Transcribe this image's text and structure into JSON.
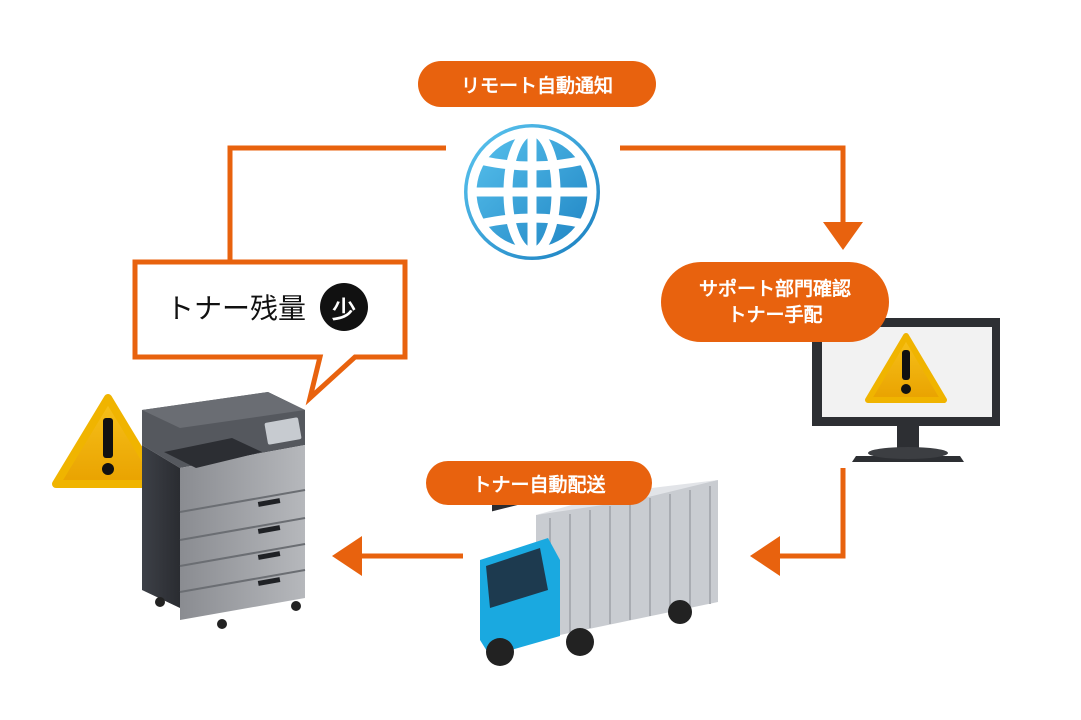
{
  "steps": {
    "remote_notification": "リモート自動通知",
    "support_line1": "サポート部門確認",
    "support_line2": "トナー手配",
    "toner_delivery": "トナー自動配送"
  },
  "bubble": {
    "text": "トナー残量",
    "badge": "少"
  },
  "icons": {
    "network": "globe-icon",
    "printer": "printer-icon",
    "monitor": "monitor-icon",
    "truck": "delivery-truck-icon",
    "warning": "warning-icon"
  },
  "colors": {
    "accent": "#e8620e",
    "warning": "#f0b400",
    "globe": "#2aa3db",
    "truck_cab": "#1aa9e0"
  }
}
